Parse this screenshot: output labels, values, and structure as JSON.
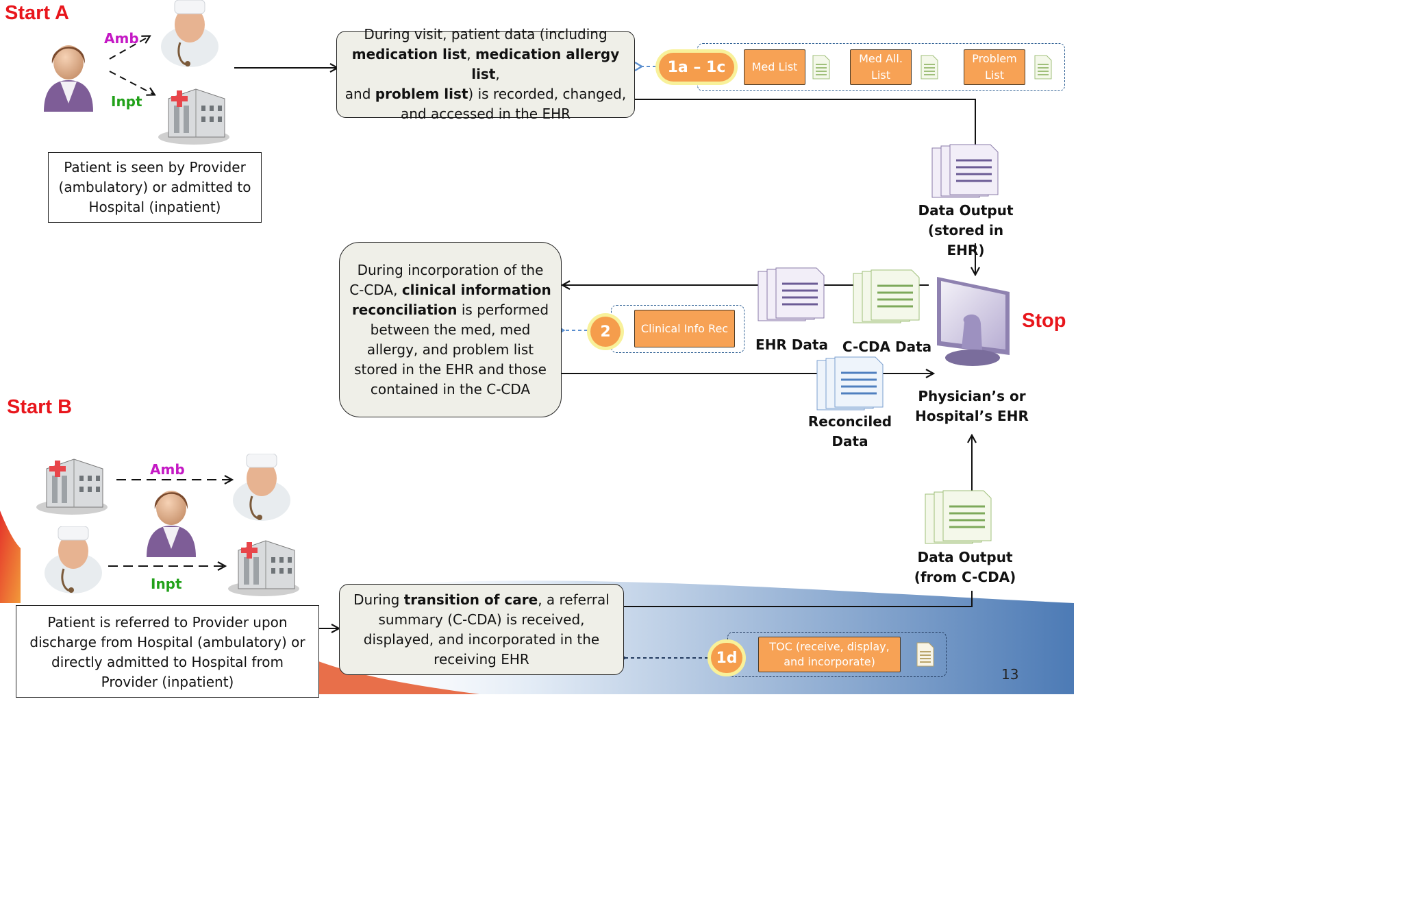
{
  "start_a": {
    "label": "Start A",
    "amb": "Amb",
    "inpt": "Inpt",
    "caption": "Patient is seen by Provider (ambulatory)  or admitted to Hospital (inpatient)"
  },
  "start_b": {
    "label": "Start B",
    "amb": "Amb",
    "inpt": "Inpt",
    "caption": "Patient is referred to Provider upon discharge from Hospital (ambulatory) or directly admitted to Hospital from Provider (inpatient)"
  },
  "visit_box": {
    "line1": "During visit, patient data (including",
    "bold1": "medication list",
    "sep1": ", ",
    "bold2": "medication allergy list",
    "sep2": ",",
    "line3_pre": "and ",
    "bold3": "problem list",
    "line3_post": ") is recorded, changed,",
    "line4": "and accessed in the EHR"
  },
  "reconcile_box": {
    "pre": "During incorporation of the C-CDA, ",
    "bold": "clinical information reconciliation",
    "post": " is performed between the med, med allergy, and problem list stored  in the EHR and those contained in the C-CDA"
  },
  "transition_box": {
    "pre": "During ",
    "bold": "transition of care",
    "post": ", a referral summary (C-CDA) is received, displayed, and incorporated in the receiving EHR"
  },
  "criteria_1": {
    "badge": "1a – 1c",
    "buttons": [
      "Med List",
      "Med All. List",
      "Problem List"
    ]
  },
  "criteria_2": {
    "badge": "2",
    "button": "Clinical Info Rec"
  },
  "criteria_1d": {
    "badge": "1d",
    "button": "TOC (receive, display, and incorporate)"
  },
  "outputs": {
    "data_output_ehr": "Data Output (stored in EHR)",
    "ehr_data": "EHR Data",
    "ccda_data": "C-CDA Data",
    "reconciled_data": "Reconciled Data",
    "physician_ehr": "Physician’s or Hospital’s EHR",
    "data_output_ccda": "Data Output (from C-CDA)"
  },
  "stop": "Stop",
  "page_number": "13",
  "colors": {
    "start_red": "#e8161c",
    "amb_magenta": "#c418c4",
    "inpt_green": "#22a11a",
    "button_orange": "#f7a255",
    "badge_glow": "#f8f19a",
    "dashed_blue": "#2d5f93",
    "box_fill": "#efefe8"
  },
  "icons": [
    "person-icon",
    "doctor-icon",
    "hospital-icon",
    "document-icon",
    "document-stack-icon",
    "computer-monitor-icon"
  ]
}
